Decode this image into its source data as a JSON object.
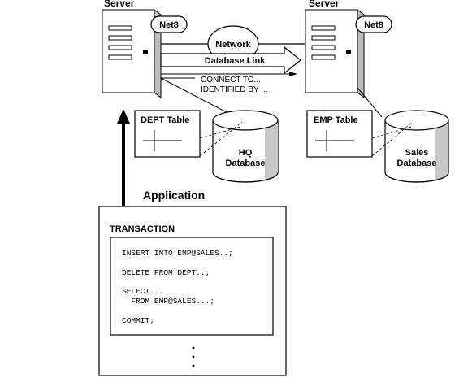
{
  "servers": {
    "left": {
      "label": "Server",
      "badge": "Net8"
    },
    "right": {
      "label": "Server",
      "badge": "Net8"
    }
  },
  "network": {
    "label": "Network"
  },
  "link": {
    "label": "Database Link",
    "connect": "CONNECT TO...",
    "identified": "IDENTIFIED BY ..."
  },
  "tables": {
    "dept": "DEPT Table",
    "emp": "EMP Table"
  },
  "databases": {
    "hq": {
      "line1": "HQ",
      "line2": "Database"
    },
    "sales": {
      "line1": "Sales",
      "line2": "Database"
    }
  },
  "application": {
    "label": "Application"
  },
  "transaction": {
    "title": "TRANSACTION",
    "statements": [
      "INSERT INTO EMP@SALES..;",
      "DELETE FROM DEPT..;",
      "SELECT...",
      "  FROM EMP@SALES...;",
      "COMMIT;"
    ]
  }
}
